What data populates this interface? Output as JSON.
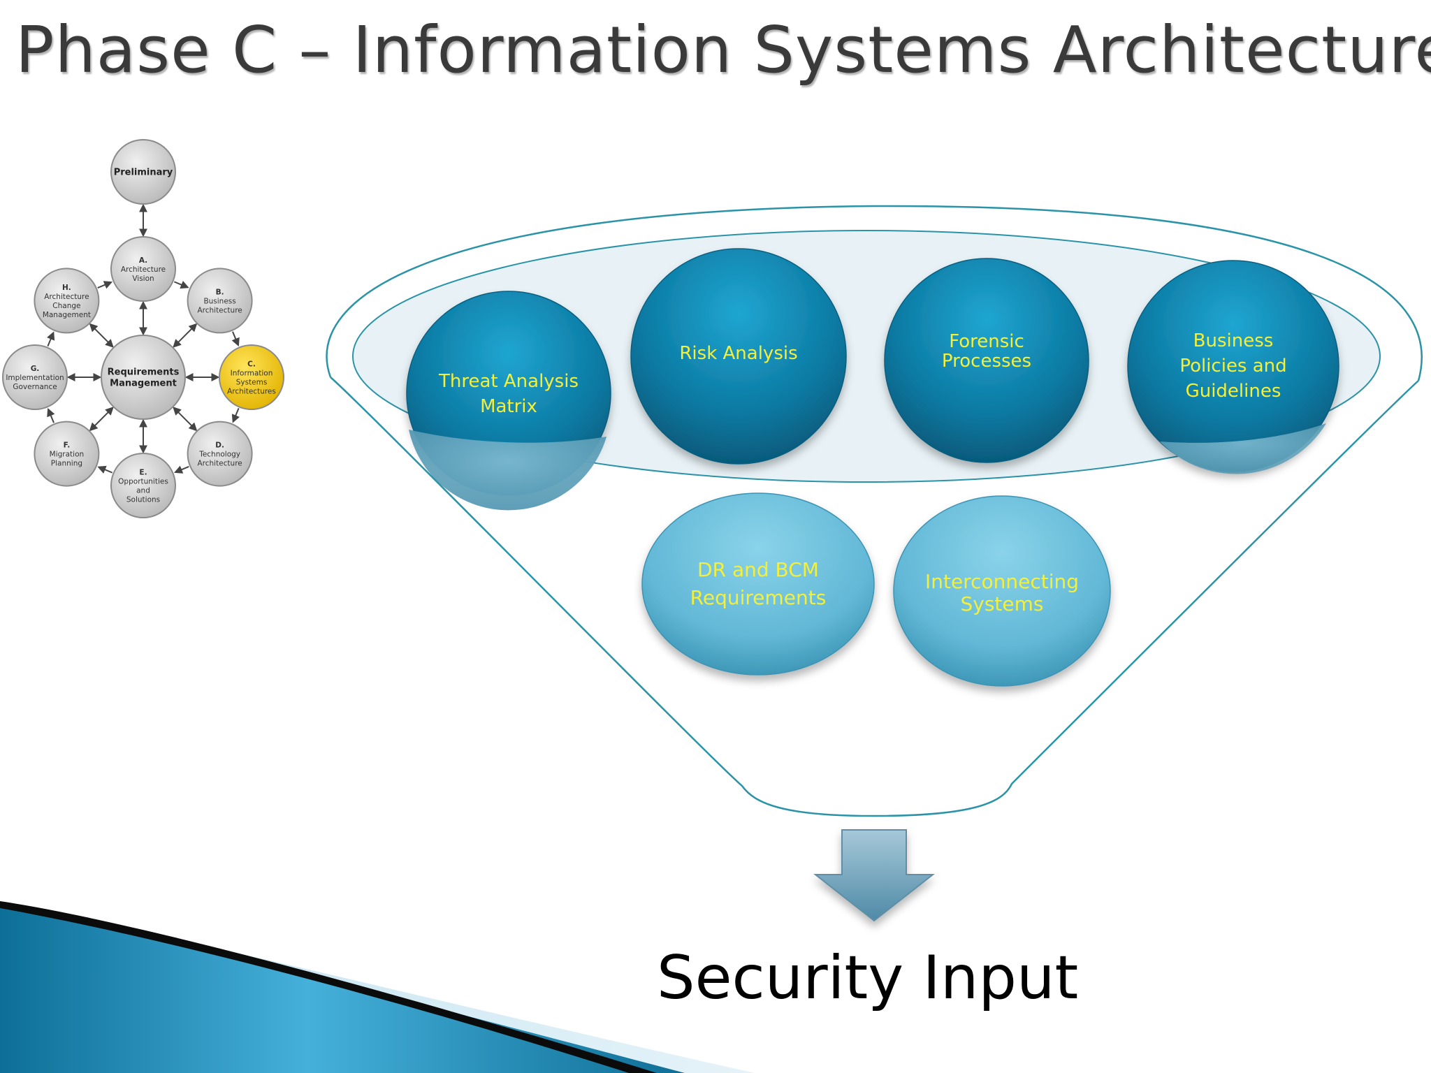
{
  "slide": {
    "title": "Phase C – Information Systems Architecture",
    "output_label": "Security Input"
  },
  "adm_cycle": {
    "center": {
      "lines": [
        "Requirements",
        "Management"
      ]
    },
    "preliminary": {
      "lines": [
        "Preliminary"
      ]
    },
    "phases": [
      {
        "id": "A",
        "lines": [
          "A.",
          "Architecture",
          "Vision"
        ],
        "highlight": false
      },
      {
        "id": "B",
        "lines": [
          "B.",
          "Business",
          "Architecture"
        ],
        "highlight": false
      },
      {
        "id": "C",
        "lines": [
          "C.",
          "Information",
          "Systems",
          "Architectures"
        ],
        "highlight": true
      },
      {
        "id": "D",
        "lines": [
          "D.",
          "Technology",
          "Architecture"
        ],
        "highlight": false
      },
      {
        "id": "E",
        "lines": [
          "E.",
          "Opportunities",
          "and",
          "Solutions"
        ],
        "highlight": false
      },
      {
        "id": "F",
        "lines": [
          "F.",
          "Migration",
          "Planning"
        ],
        "highlight": false
      },
      {
        "id": "G",
        "lines": [
          "G.",
          "Implementation",
          "Governance"
        ],
        "highlight": false
      },
      {
        "id": "H",
        "lines": [
          "H.",
          "Architecture",
          "Change",
          "Management"
        ],
        "highlight": false
      }
    ],
    "colors": {
      "node": "#cfcfcf",
      "highlight": "#f1c40f",
      "stroke": "#8a8a8a"
    }
  },
  "funnel": {
    "inputs_row1": [
      {
        "lines": [
          "Threat Analysis",
          "Matrix"
        ]
      },
      {
        "lines": [
          "Risk Analysis"
        ]
      },
      {
        "lines": [
          "Forensic",
          "Processes"
        ]
      },
      {
        "lines": [
          "Business",
          "Policies and",
          "Guidelines"
        ]
      }
    ],
    "inputs_row2": [
      {
        "lines": [
          "DR and BCM",
          "Requirements"
        ]
      },
      {
        "lines": [
          "Interconnecting",
          "Systems"
        ]
      }
    ],
    "colors": {
      "dark_ball": "#0e7fa8",
      "light_ball": "#6ec2de",
      "label": "#f4ef3a",
      "funnel_line": "#2a93a8",
      "arrow": "#6fa3bd"
    }
  }
}
